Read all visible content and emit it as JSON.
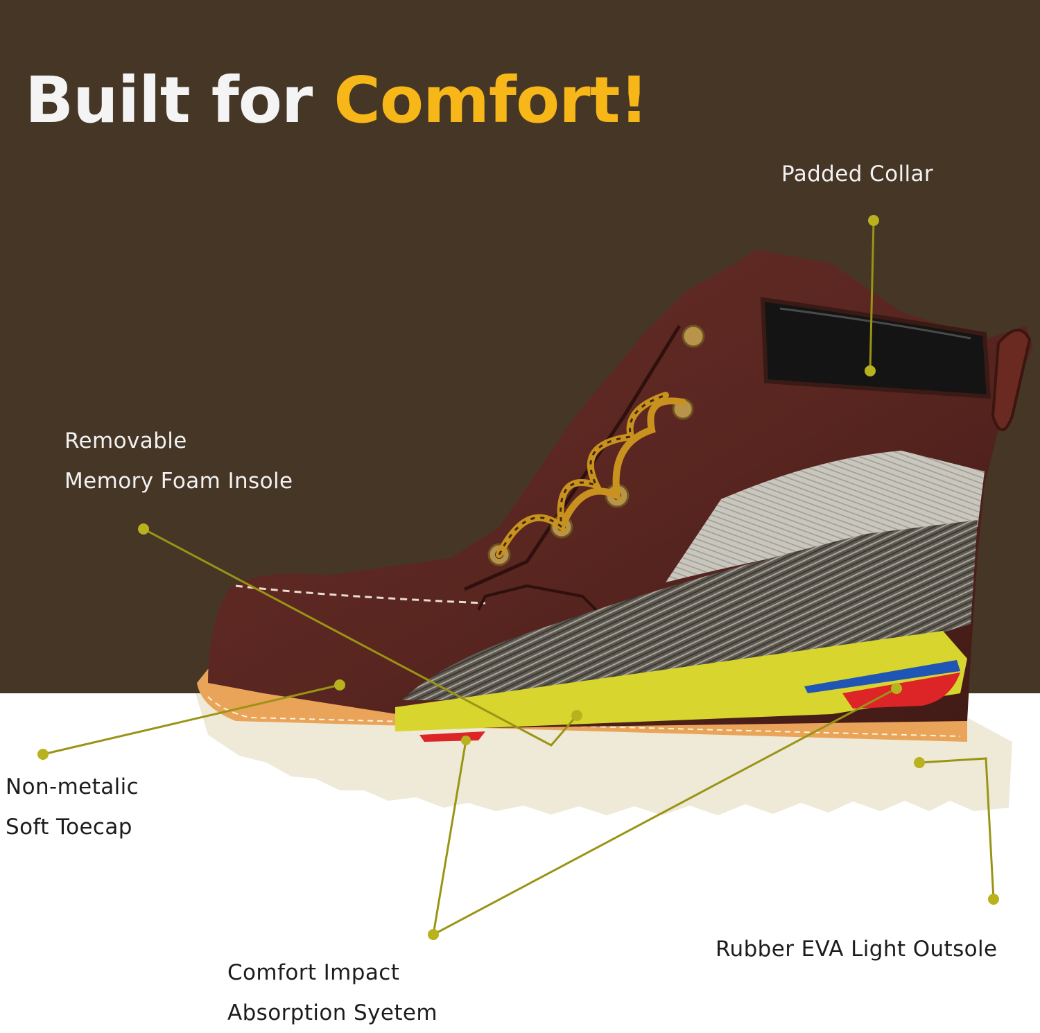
{
  "headline": {
    "part1": "Built for",
    "part2": "Comfort!"
  },
  "labels": {
    "padded_collar": "Padded Collar",
    "insole_line1": "Removable",
    "insole_line2": "Memory Foam Insole",
    "toecap_line1": "Non-metalic",
    "toecap_line2": "Soft Toecap",
    "absorption_line1": "Comfort Impact",
    "absorption_line2": "Absorption Syetem",
    "outsole": "Rubber EVA Light Outsole"
  },
  "colors": {
    "background_top": "#453626",
    "background_bottom": "#ffffff",
    "headline_white": "#f4f4f4",
    "headline_gold": "#f7b718",
    "leader_line": "#9a9415",
    "leather": "#5c2620",
    "sole": "#efe9d8",
    "welt": "#e9a45a",
    "foam_yellow": "#d8d52e",
    "foam_red": "#dd2427",
    "foam_blue": "#1f55b4"
  }
}
